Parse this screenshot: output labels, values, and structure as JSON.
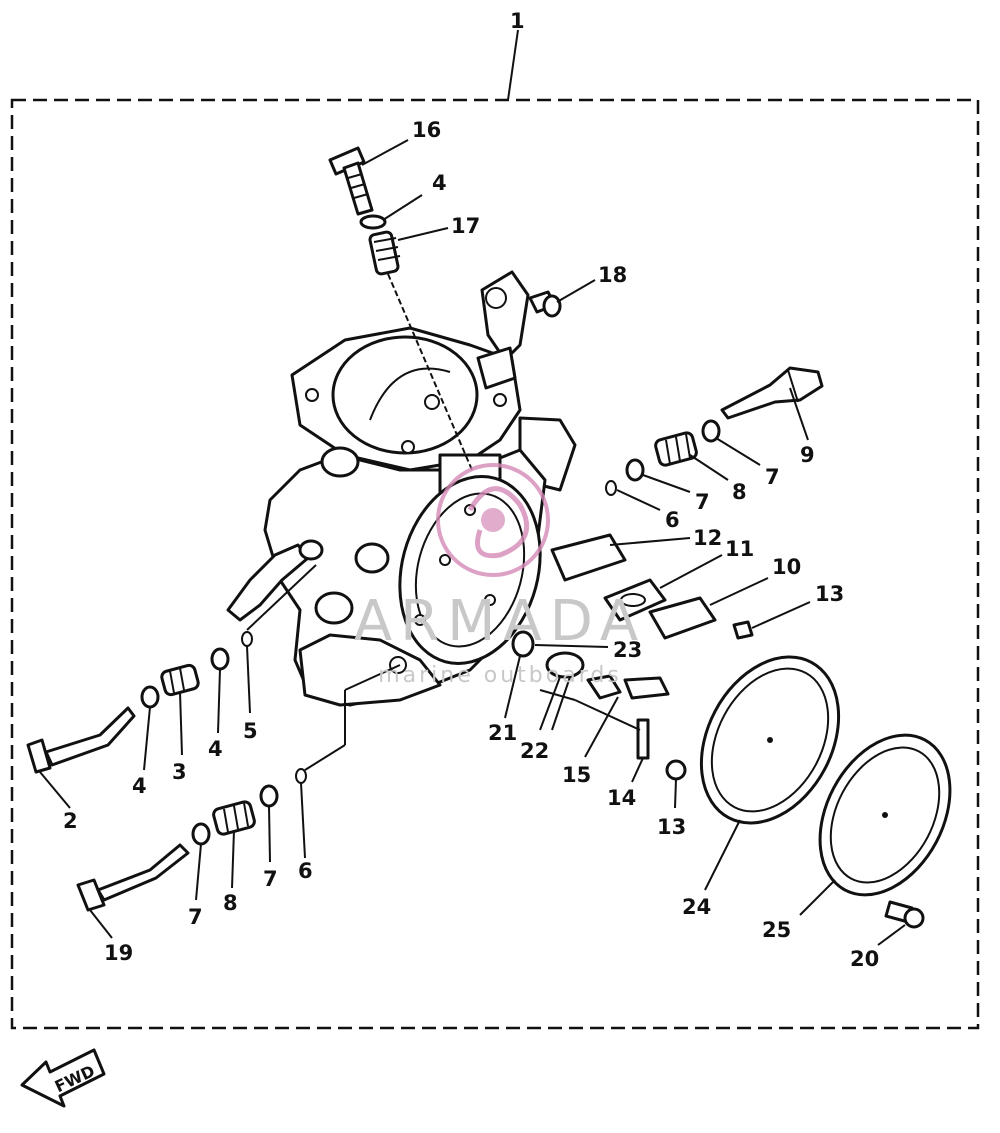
{
  "diagram": {
    "callouts": [
      {
        "id": "c1",
        "label": "1"
      },
      {
        "id": "c16",
        "label": "16"
      },
      {
        "id": "c4a",
        "label": "4"
      },
      {
        "id": "c17",
        "label": "17"
      },
      {
        "id": "c18",
        "label": "18"
      },
      {
        "id": "c9",
        "label": "9"
      },
      {
        "id": "c7a",
        "label": "7"
      },
      {
        "id": "c8a",
        "label": "8"
      },
      {
        "id": "c7b",
        "label": "7"
      },
      {
        "id": "c6a",
        "label": "6"
      },
      {
        "id": "c12",
        "label": "12"
      },
      {
        "id": "c11",
        "label": "11"
      },
      {
        "id": "c10",
        "label": "10"
      },
      {
        "id": "c13a",
        "label": "13"
      },
      {
        "id": "c23",
        "label": "23"
      },
      {
        "id": "c21",
        "label": "21"
      },
      {
        "id": "c22",
        "label": "22"
      },
      {
        "id": "c15",
        "label": "15"
      },
      {
        "id": "c14",
        "label": "14"
      },
      {
        "id": "c13b",
        "label": "13"
      },
      {
        "id": "c5",
        "label": "5"
      },
      {
        "id": "c4b",
        "label": "4"
      },
      {
        "id": "c3",
        "label": "3"
      },
      {
        "id": "c4c",
        "label": "4"
      },
      {
        "id": "c2",
        "label": "2"
      },
      {
        "id": "c6b",
        "label": "6"
      },
      {
        "id": "c7c",
        "label": "7"
      },
      {
        "id": "c8b",
        "label": "8"
      },
      {
        "id": "c7d",
        "label": "7"
      },
      {
        "id": "c19",
        "label": "19"
      },
      {
        "id": "c24",
        "label": "24"
      },
      {
        "id": "c25",
        "label": "25"
      },
      {
        "id": "c20",
        "label": "20"
      }
    ],
    "fwd_label": "FWD",
    "watermark": {
      "brand": "ARMADA",
      "tagline": "marine outboards"
    },
    "colors": {
      "ink": "#111111",
      "watermark": "#c8c8c8",
      "logo": "#d58ab8"
    }
  }
}
